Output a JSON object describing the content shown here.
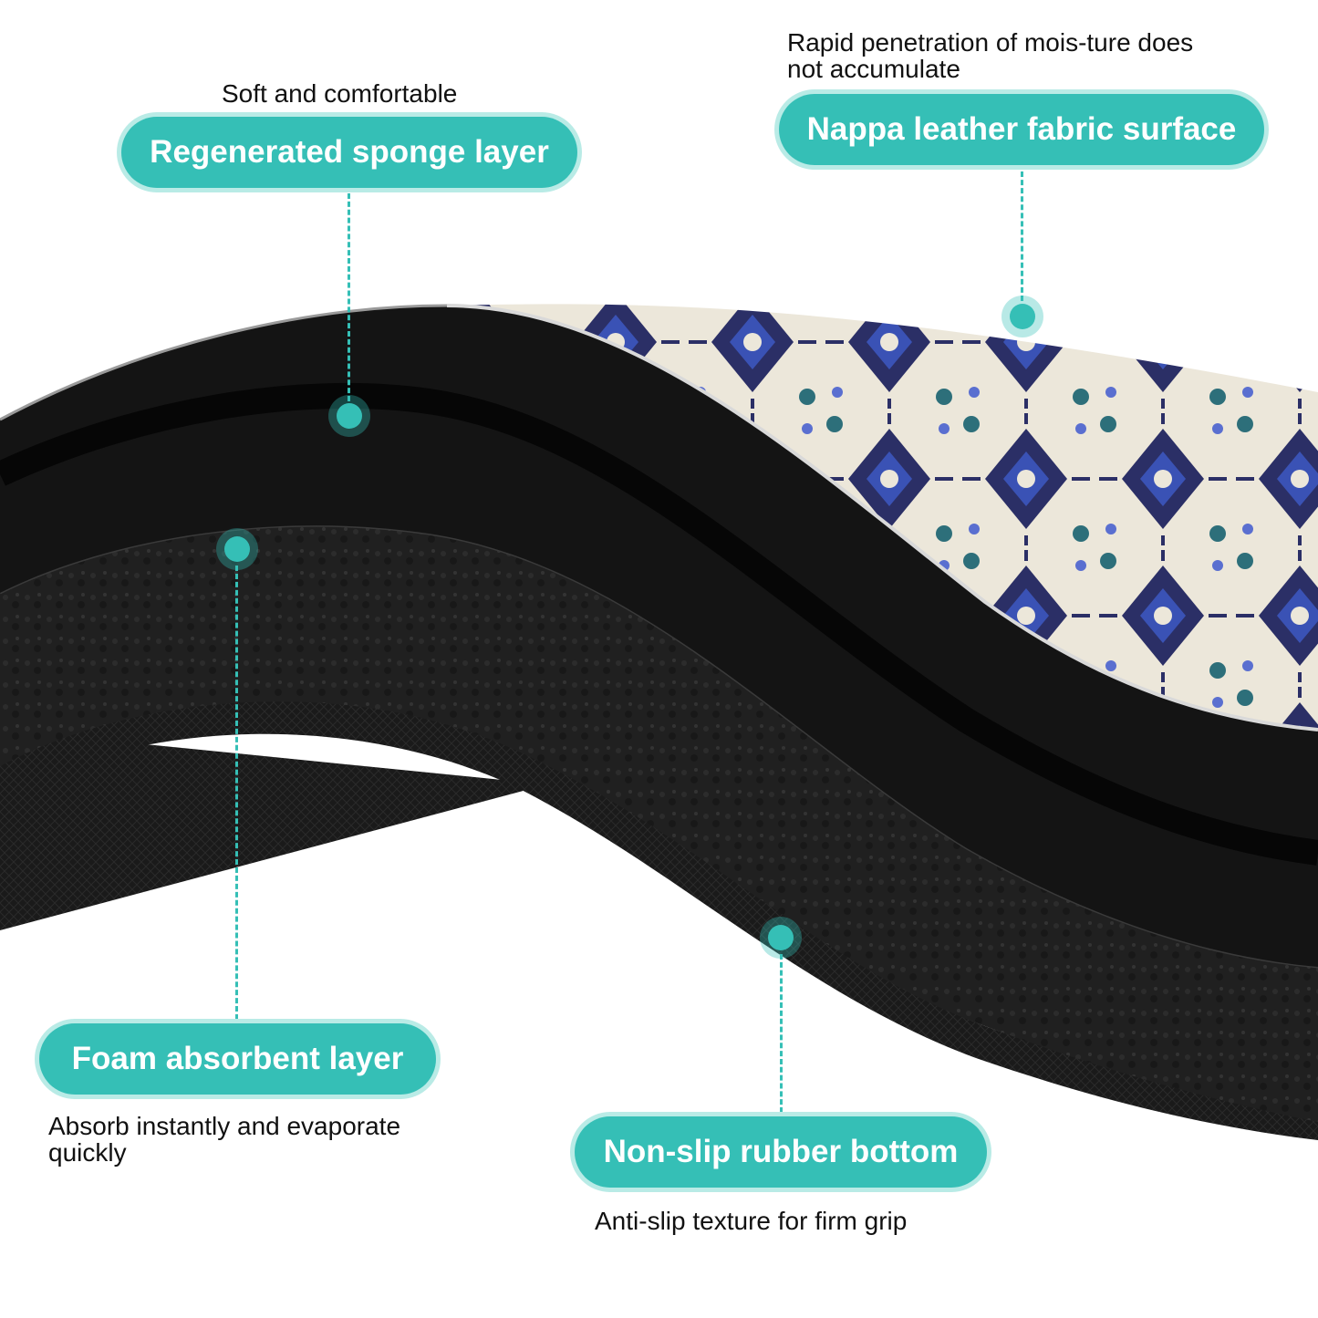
{
  "labels": {
    "sponge": {
      "title": "Regenerated sponge layer",
      "caption": "Soft and comfortable"
    },
    "nappa": {
      "title": "Nappa leather fabric surface",
      "caption_line1": "Rapid penetration of mois-ture does",
      "caption_line2": "not accumulate"
    },
    "foam": {
      "title": "Foam absorbent layer",
      "caption_line1": "Absorb instantly and evaporate",
      "caption_line2": "quickly"
    },
    "rubber": {
      "title": "Non-slip rubber bottom",
      "caption": "Anti-slip texture for firm grip"
    }
  },
  "colors": {
    "accent": "#35bfb6",
    "accent_glow": "#b9ebe6",
    "mat_black": "#141414",
    "pattern_cream": "#ece7da",
    "pattern_navy": "#2b2f66",
    "pattern_blue": "#3a52b5",
    "pattern_teal": "#2d6f7a"
  }
}
